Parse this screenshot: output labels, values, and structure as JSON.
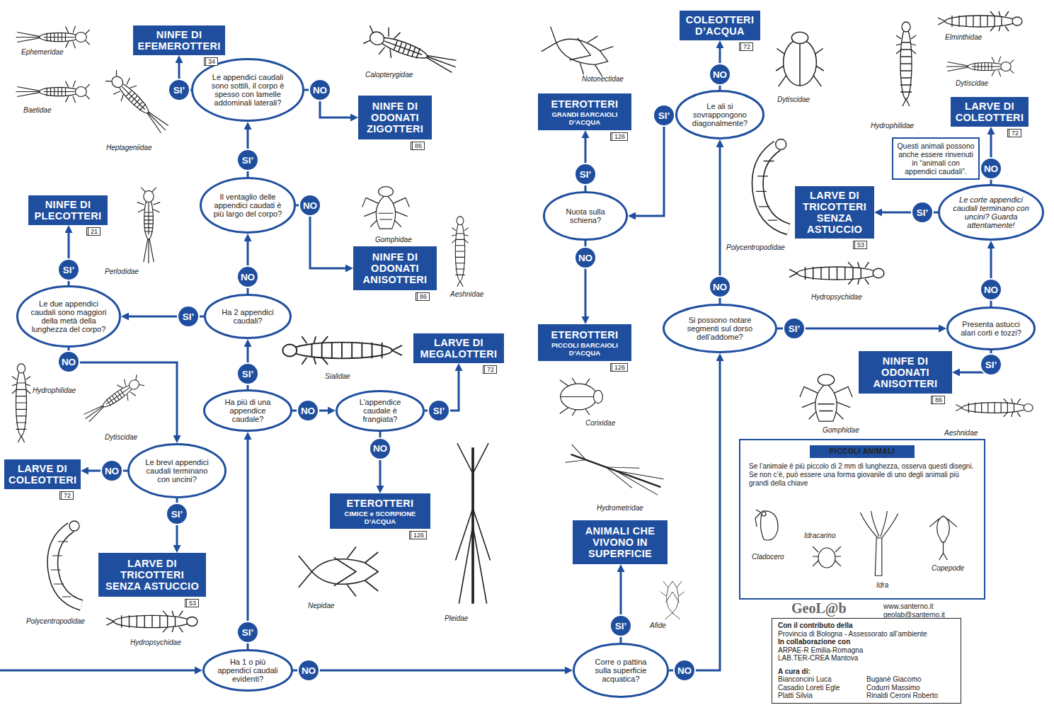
{
  "diagram": {
    "nodes": [
      {
        "text": [
          "Ha 1 o più appendici caudali evidenti?"
        ]
      },
      {
        "text": [
          "Ha più di una appendice caudale?"
        ]
      },
      {
        "text": [
          "L’appendice caudale è frangiata?"
        ]
      },
      {
        "text": [
          "LARVE DI MEGALOTTERI"
        ]
      },
      {
        "text": [
          "ETEROTTERI",
          "CIMICE e SCORPIONE D’ACQUA"
        ]
      },
      {
        "text": [
          "Ha 2 appendici caudali?"
        ]
      },
      {
        "text": [
          "Il ventaglio delle appendici caudati è più largo del corpo?"
        ]
      },
      {
        "text": [
          "NINFE DI ODONATI ANISOTTERI"
        ]
      },
      {
        "text": [
          "Le appendici caudali sono sottili, il corpo è spesso con lamelle addominali laterali?"
        ]
      },
      {
        "text": [
          "NINFE DI EFEMEROTTERI"
        ]
      },
      {
        "text": [
          "NINFE DI ODONATI ZIGOTTERI"
        ]
      },
      {
        "text": [
          "Le due appendici caudali sono maggiori della metà della lunghezza del corpo?"
        ]
      },
      {
        "text": [
          "NINFE DI PLECOTTERI"
        ]
      },
      {
        "text": [
          "Le brevi appendici caudali terminano con uncini?"
        ]
      },
      {
        "text": [
          "LARVE DI COLEOTTERI"
        ]
      },
      {
        "text": [
          "LARVE DI TRICOTTERI SENZA ASTUCCIO"
        ]
      },
      {
        "text": [
          "Corre o pattina sulla superficie acquatica?"
        ]
      },
      {
        "text": [
          "ANIMALI CHE VIVONO IN SUPERFICIE"
        ]
      },
      {
        "text": [
          "Si possono notare segmenti sul dorso dell’addome?"
        ]
      },
      {
        "text": [
          "Nuota sulla schiena?"
        ]
      },
      {
        "text": [
          "ETEROTTERI",
          "GRANDI BARCAIOLI D’ACQUA"
        ]
      },
      {
        "text": [
          "ETEROTTERI",
          "PICCOLI BARCAIOLI D’ACQUA"
        ]
      },
      {
        "text": [
          "Le ali si sovrappongono diagonalmente?"
        ]
      },
      {
        "text": [
          "COLEOTTERI D’ACQUA"
        ]
      },
      {
        "text": [
          "Presenta astucci alari corti e tozzi?"
        ]
      },
      {
        "text": [
          "NINFE DI ODONATI ANISOTTERI"
        ]
      },
      {
        "text": [
          "Le corte appendici caudali terminano con uncini? Guarda attentamente!"
        ]
      },
      {
        "text": [
          "LARVE DI TRICOTTERI SENZA ASTUCCIO"
        ]
      },
      {
        "text": [
          "LARVE DI COLEOTTERI"
        ]
      },
      {
        "text": [
          "Questi animali possono anche essere rinvenuti in “animali con appendici caudali”."
        ]
      },
      {
        "text": [
          "Se l’animale è più piccolo di 2 mm di lunghezza, osserva questi disegni. Se non c’è, può essere una forma giovanile di uno degli animali più grandi della chiave"
        ]
      },
      {
        "text": [
          "PICCOLI ANIMALI"
        ],
        "in": 30
      },
      {
        "text": [
          "Con il contributo della",
          "Provincia di Bologna - Assessorato all’ambiente",
          "In collaborazione con",
          "ARPAE-R Emilia-Romagna",
          "LAB.TER-CREA Mantova",
          "A cura di:",
          "Bianconcini Luca",
          "Casadio Loreti Egle",
          "Platti Silvia",
          "Buganè Giacomo",
          "Codurri Massimo",
          "Rinaldi Ceroni Roberto"
        ]
      }
    ],
    "edges": [
      {
        "from": 0,
        "to": 1,
        "label": "SI’",
        "arrow": "to"
      },
      {
        "from": 0,
        "to": 16,
        "label": "NO",
        "arrow": "to"
      },
      {
        "from": 1,
        "to": 5,
        "label": "SI’",
        "arrow": "to"
      },
      {
        "from": 1,
        "to": 2,
        "label": "NO",
        "arrow": "to"
      },
      {
        "from": 2,
        "to": 3,
        "label": "SI’",
        "arrow": "to"
      },
      {
        "from": 2,
        "to": 4,
        "label": "NO",
        "arrow": "to"
      },
      {
        "from": 5,
        "to": 6,
        "label": "NO",
        "arrow": "to"
      },
      {
        "from": 5,
        "to": 11,
        "label": "SI’",
        "arrow": "to"
      },
      {
        "from": 6,
        "to": 8,
        "label": "SI’",
        "arrow": "to"
      },
      {
        "from": 6,
        "to": 7,
        "label": "NO",
        "arrow": "to"
      },
      {
        "from": 8,
        "to": 9,
        "label": "SI’",
        "arrow": "to"
      },
      {
        "from": 8,
        "to": 10,
        "label": "NO",
        "arrow": "to"
      },
      {
        "from": 11,
        "to": 12,
        "label": "SI’",
        "arrow": "to"
      },
      {
        "from": 11,
        "to": 13,
        "label": "NO",
        "arrow": "to"
      },
      {
        "from": 13,
        "to": 14,
        "label": "NO",
        "arrow": "to"
      },
      {
        "from": 13,
        "to": 15,
        "label": "SI’",
        "arrow": "to"
      },
      {
        "from": 16,
        "to": 17,
        "label": "SI’",
        "arrow": "to"
      },
      {
        "from": 16,
        "to": 18,
        "label": "NO",
        "arrow": "to"
      },
      {
        "from": 18,
        "to": 22,
        "label": "NO",
        "arrow": "to"
      },
      {
        "from": 18,
        "to": 24,
        "label": "SI’",
        "arrow": "to"
      },
      {
        "from": 22,
        "to": 23,
        "label": "NO",
        "arrow": "to"
      },
      {
        "from": 22,
        "to": 19,
        "label": "SI’",
        "arrow": "to"
      },
      {
        "from": 19,
        "to": 20,
        "label": "SI’",
        "arrow": "to"
      },
      {
        "from": 19,
        "to": 21,
        "label": "NO",
        "arrow": "to"
      },
      {
        "from": 24,
        "to": 25,
        "label": "SI’",
        "arrow": "to"
      },
      {
        "from": 24,
        "to": 26,
        "label": "NO",
        "arrow": "to"
      },
      {
        "from": 26,
        "to": 27,
        "label": "SI’",
        "arrow": "to"
      },
      {
        "from": 26,
        "to": 28,
        "label": "NO",
        "arrow": "to"
      }
    ],
    "labels": [
      "Ephemeridae",
      "Baetidae",
      "Heptageniidae",
      "Calopterygidae",
      "Perlodidae",
      "Gomphidae",
      "Aeshnidae",
      "Sialidae",
      "Hydrophilidae",
      "Dytiscidae",
      "Polycentropodidae",
      "Hydropsychidae",
      "Nepidae",
      "Pleidae",
      "Notonectidae",
      "Corixidae",
      "Hydrometridae",
      "Afide",
      "Dytiscidae",
      "Elminthidae",
      "Dytiscidae",
      "Hydrophilidae",
      "Polycentropodidae",
      "Hydropsychidae",
      "Gomphidae",
      "Aeshnidae",
      "Cladocero",
      "Idracarino",
      "Idra",
      "Copepode",
      "34",
      "86",
      "86",
      "21",
      "72",
      "53",
      "72",
      "126",
      "126",
      "126",
      "72",
      "72",
      "53",
      "86",
      "GeoL@b",
      "www.santerno.it",
      "geolab@santerno.it"
    ]
  }
}
